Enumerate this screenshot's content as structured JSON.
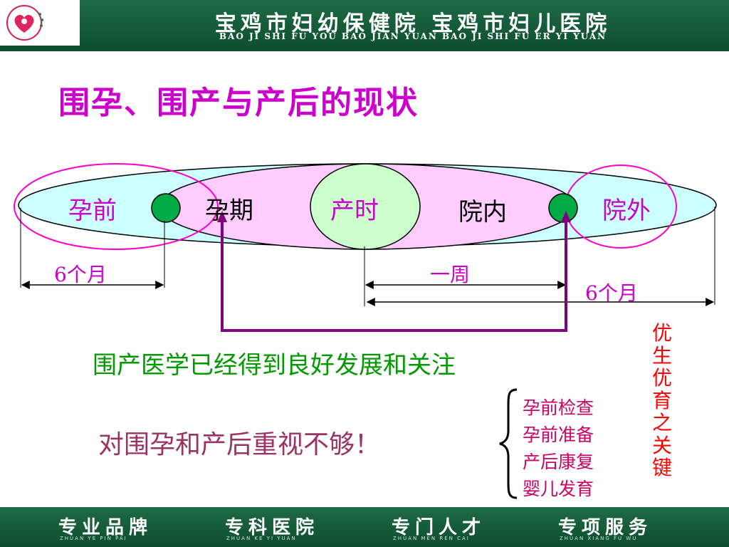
{
  "header": {
    "title": "宝鸡市妇幼保健院 宝鸡市妇儿医院",
    "subtitle": "BAO JI SHI FU YOU BAO JIAN YUAN BAO JI SHI FU ER YI YUAN"
  },
  "page_title": "围孕、围产与产后的现状",
  "diagram": {
    "labels": {
      "pre_pregnancy": "孕前",
      "pregnancy": "孕期",
      "delivery": "产时",
      "in_hospital": "院内",
      "out_hospital": "院外"
    },
    "spans": {
      "six_months_before": "6个月",
      "one_week": "一周",
      "six_months_after": "6个月"
    }
  },
  "statements": {
    "perinatal": "围产医学已经得到良好发展和关注",
    "insufficient": "对围孕和产后重视不够！"
  },
  "list": [
    "孕前检查",
    "孕前准备",
    "产后康复",
    "婴儿发育"
  ],
  "vertical_note": "优生优育之关键",
  "footer": {
    "slogans": [
      "专业品牌",
      "专科医院",
      "专门人才",
      "专项服务"
    ],
    "pinyin": [
      "ZHUAN YE PIN PAI",
      "ZHUAN KE YI YUAN",
      "ZHUAN MEN REN CAI",
      "ZHUAN XIANG FU WU"
    ]
  },
  "colors": {
    "header_green": "#0d4d2f",
    "title_magenta": "#cc00cc",
    "outer_ellipse": "#ccffff",
    "middle_ellipse": "#ffccff",
    "delivery_circle": "#ccffcc",
    "node_green": "#00aa44",
    "bracket_purple": "#800080",
    "statement_green": "#009900",
    "statement_red": "#993366",
    "list_color": "#cc0066",
    "note_red": "#ff0000"
  }
}
